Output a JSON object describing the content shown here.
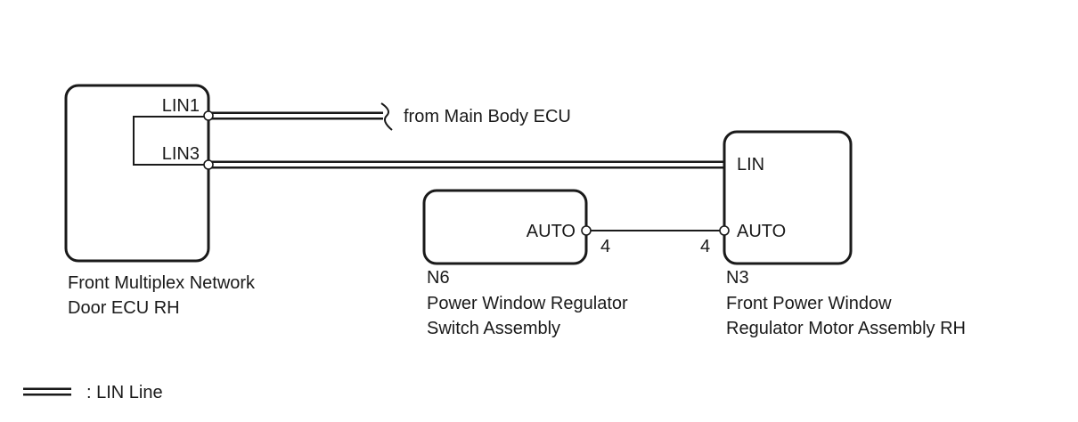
{
  "components": {
    "ecu": {
      "name_line1": "Front Multiplex Network",
      "name_line2": "Door ECU RH",
      "pin_lin1": "LIN1",
      "pin_lin3": "LIN3"
    },
    "switch": {
      "code": "N6",
      "name_line1": "Power Window Regulator",
      "name_line2": "Switch Assembly",
      "pin_auto": "AUTO",
      "pin_number": "4"
    },
    "motor": {
      "code": "N3",
      "name_line1": "Front Power Window",
      "name_line2": "Regulator Motor Assembly RH",
      "pin_lin": "LIN",
      "pin_auto": "AUTO",
      "pin_number": "4"
    }
  },
  "connections": {
    "from_main_body": "from Main Body ECU"
  },
  "legend": {
    "lin_line": ": LIN Line"
  }
}
